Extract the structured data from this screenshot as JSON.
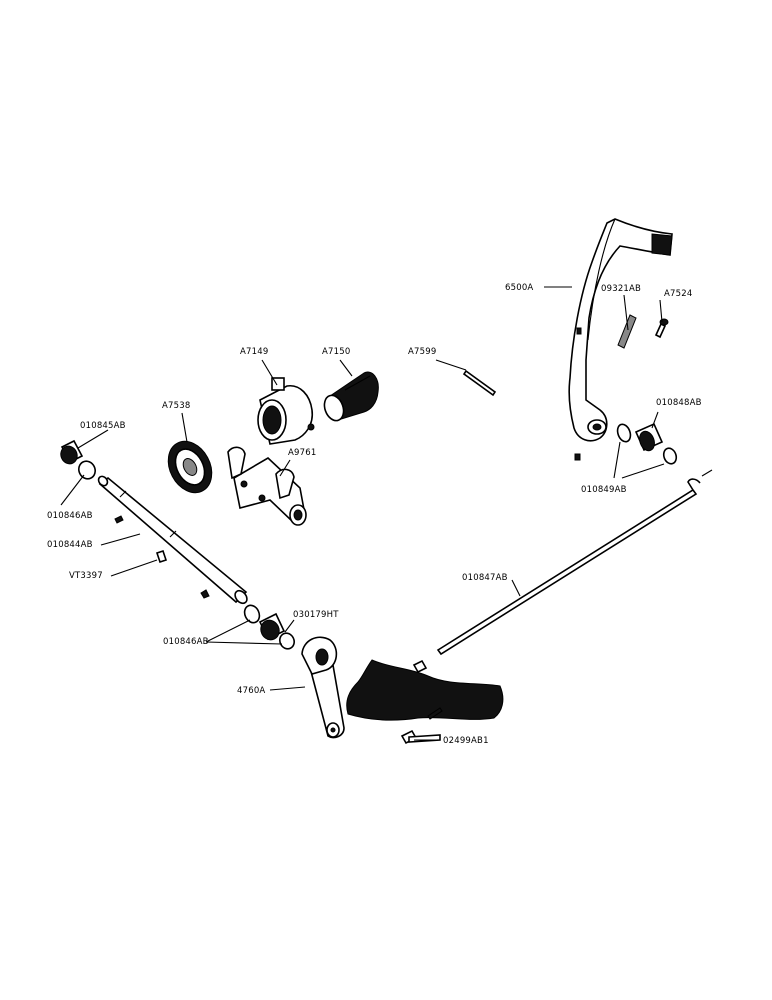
{
  "labels": {
    "p6500A": "6500A",
    "p09321AB": "09321AB",
    "pA7524": "A7524",
    "pA7149": "A7149",
    "pA7150": "A7150",
    "pA7599": "A7599",
    "pA7538": "A7538",
    "p010845AB": "010845AB",
    "p010848AB": "010848AB",
    "pA9761": "A9761",
    "p010846AB_top": "010846AB",
    "p010849AB": "010849AB",
    "p010844AB": "010844AB",
    "pVT3397": "VT3397",
    "p010847AB": "010847AB",
    "p010846AB_bottom": "010846AB",
    "p030179HT": "030179HT",
    "p4760A": "4760A",
    "p02499AB1": "02499AB1"
  }
}
